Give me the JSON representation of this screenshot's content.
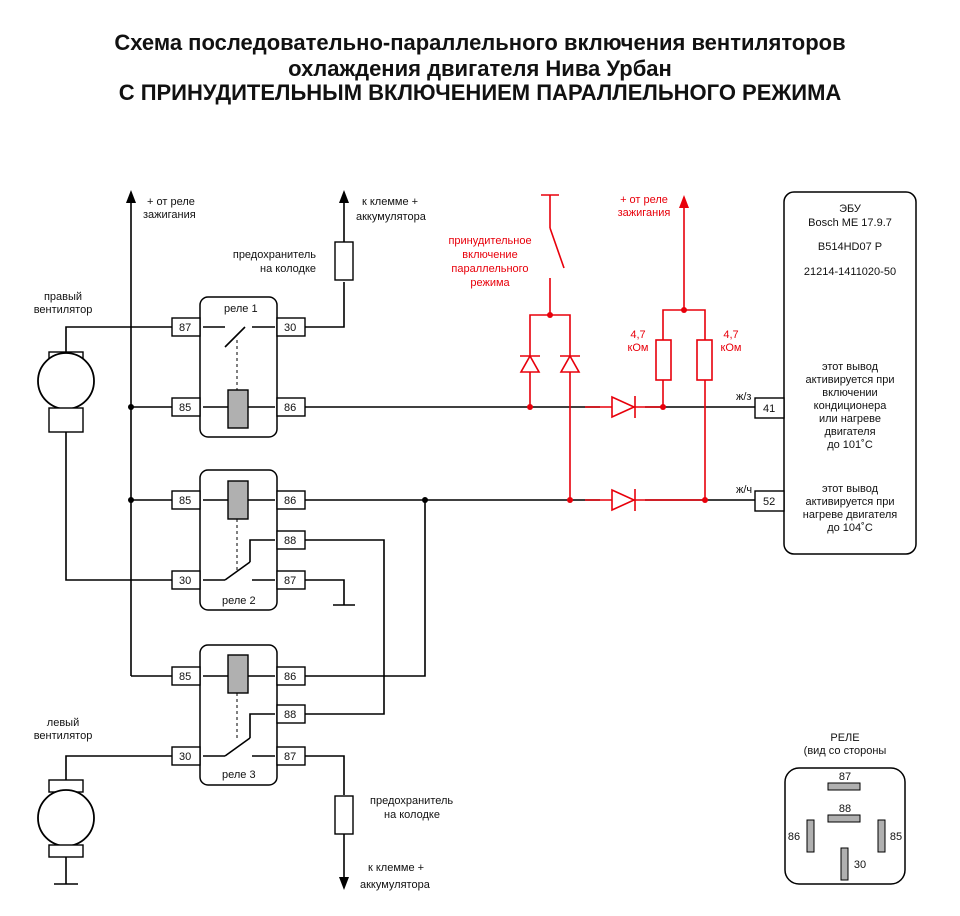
{
  "title": {
    "line1": "Схема последовательно-параллельного включения вентиляторов",
    "line2": "охлаждения двигателя Нива Урбан",
    "line3": "С ПРИНУДИТЕЛЬНЫМ ВКЛЮЧЕНИЕМ ПАРАЛЛЕЛЬНОГО РЕЖИМА"
  },
  "labels": {
    "ign_relay_1": "+ от реле",
    "ign_relay_2": "зажигания",
    "battery_top_1": "к клемме +",
    "battery_top_2": "аккумулятора",
    "fuse_top_1": "предохранитель",
    "fuse_top_2": "на колодке",
    "right_fan_1": "правый",
    "right_fan_2": "вентилятор",
    "left_fan_1": "левый",
    "left_fan_2": "вентилятор",
    "fuse_bot_1": "предохранитель",
    "fuse_bot_2": "на колодке",
    "battery_bot_1": "к клемме +",
    "battery_bot_2": "аккумулятора",
    "forced_1": "принудительное",
    "forced_2": "включение",
    "forced_3": "параллельного",
    "forced_4": "режима",
    "ign_red_1": "+ от реле",
    "ign_red_2": "зажигания",
    "res1_1": "4,7",
    "res1_2": "кОм",
    "res2_1": "4,7",
    "res2_2": "кОм",
    "wire_41": "ж/з",
    "wire_52": "ж/ч"
  },
  "relays": {
    "r1": "реле 1",
    "r2": "реле 2",
    "r3": "реле 3"
  },
  "pins": {
    "r1_87": "87",
    "r1_30": "30",
    "r1_85": "85",
    "r1_86": "86",
    "r2_85": "85",
    "r2_86": "86",
    "r2_88": "88",
    "r2_30": "30",
    "r2_87": "87",
    "r3_85": "85",
    "r3_86": "86",
    "r3_88": "88",
    "r3_30": "30",
    "r3_87": "87",
    "ecu_41": "41",
    "ecu_52": "52"
  },
  "ecu": {
    "l1": "ЭБУ",
    "l2": "Bosch ME 17.9.7",
    "l3": "B514HD07 P",
    "l4": "21214-1411020-50",
    "pin41_desc": [
      "этот вывод",
      "активируется при",
      "включении",
      "кондиционера",
      "или нагреве",
      "двигателя",
      "до 101˚C"
    ],
    "pin52_desc": [
      "этот вывод",
      "активируется при",
      "нагреве двигателя",
      "до 104˚C"
    ]
  },
  "relay_view": {
    "title1": "РЕЛЕ",
    "title2": "(вид со стороны",
    "p87": "87",
    "p88": "88",
    "p86": "86",
    "p85": "85",
    "p30": "30"
  },
  "colors": {
    "wire": "#000000",
    "forced_circuit": "#e8000b",
    "relay_coil": "#b0b0b0"
  }
}
